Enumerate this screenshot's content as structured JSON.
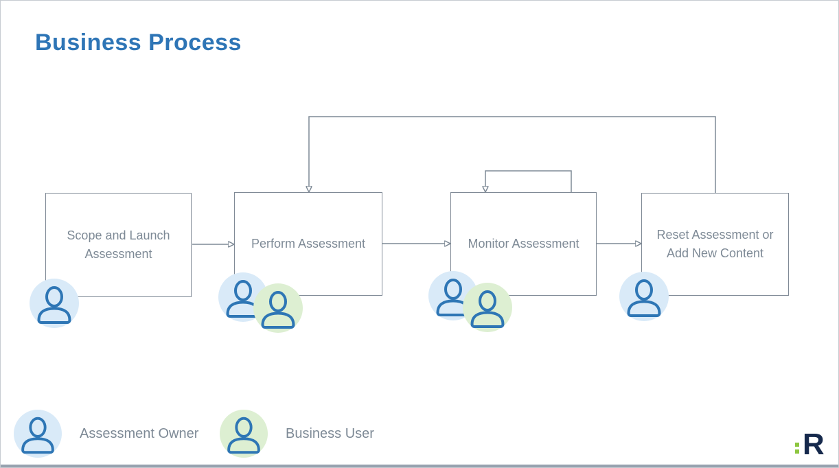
{
  "title": "Business Process",
  "flow": {
    "boxes": [
      {
        "label": "Scope and Launch Assessment",
        "roles": [
          "Assessment Owner"
        ]
      },
      {
        "label": "Perform Assessment",
        "roles": [
          "Assessment Owner",
          "Business User"
        ]
      },
      {
        "label": "Monitor Assessment",
        "roles": [
          "Assessment Owner",
          "Business User"
        ]
      },
      {
        "label": "Reset Assessment or Add New Content",
        "roles": [
          "Assessment Owner"
        ]
      }
    ],
    "connections": [
      {
        "from": "Scope and Launch Assessment",
        "to": "Perform Assessment"
      },
      {
        "from": "Perform Assessment",
        "to": "Monitor Assessment"
      },
      {
        "from": "Monitor Assessment",
        "to": "Reset Assessment or Add New Content"
      },
      {
        "from": "Reset Assessment or Add New Content",
        "to": "Perform Assessment",
        "type": "feedback-loop"
      },
      {
        "from": "Monitor Assessment",
        "to": "Monitor Assessment",
        "type": "self-loop"
      }
    ]
  },
  "legend": {
    "items": [
      {
        "label": "Assessment Owner",
        "icon": "person-icon",
        "variant": "blue"
      },
      {
        "label": "Business User",
        "icon": "person-icon",
        "variant": "green"
      }
    ]
  },
  "logo": {
    "letter": "R",
    "mark": "colon-dots"
  },
  "colors": {
    "title": "#2E75B6",
    "box_border": "#808A96",
    "box_text": "#7E8A96",
    "connector": "#7E8A96",
    "icon_stroke": "#2E76B5",
    "assessment_owner_bg": "#D9EAF8",
    "business_user_bg": "#DDEFD2",
    "logo_green": "#8DC63F",
    "logo_navy": "#16294C",
    "bottom_bar": "#97A2AF"
  }
}
